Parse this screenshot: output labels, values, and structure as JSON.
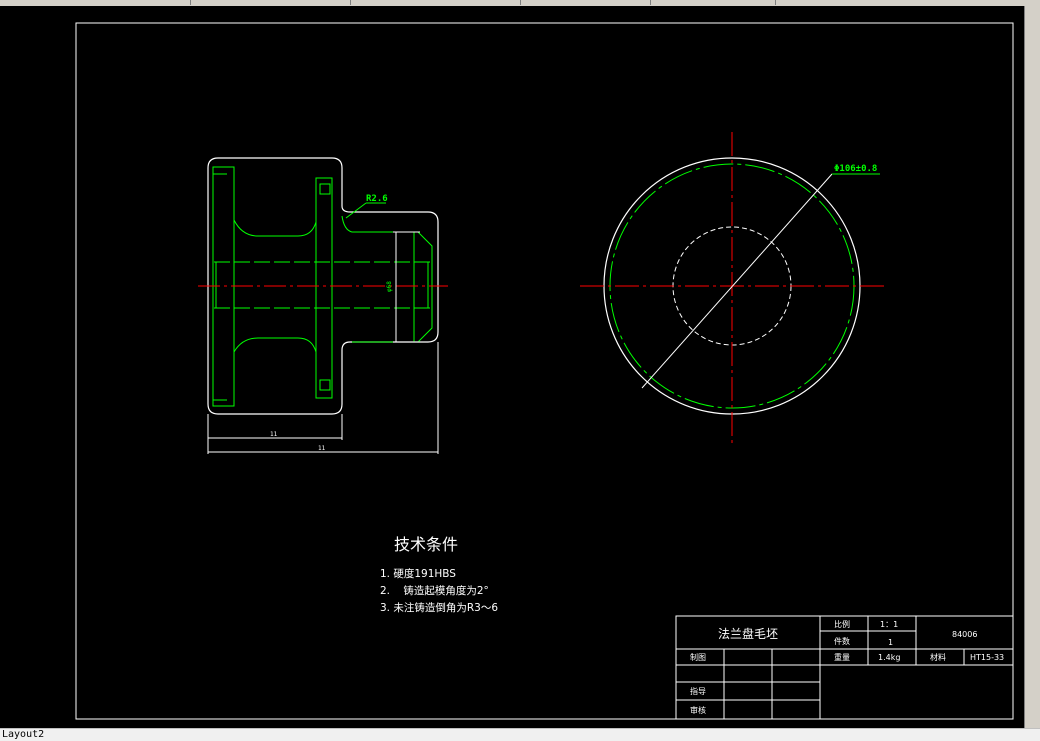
{
  "layout_tab": "Layout2",
  "colors": {
    "background": "#000000",
    "outline": "#ffffff",
    "green": "#00ff00",
    "center": "#ff0000",
    "dim": "#ffffff"
  },
  "drawing": {
    "radius_callout": "R2.6",
    "diameter_callout": "Φ106±0.8",
    "bore_callout": "φ68",
    "dim_width_small": "11",
    "dim_width_total": "11"
  },
  "tech": {
    "title": "技术条件",
    "items": [
      "1. 硬度191HBS",
      "2.    铸造起模角度为2°",
      "3. 未注铸造倒角为R3～6"
    ]
  },
  "title_block": {
    "part_name": "法兰盘毛坯",
    "scale_label": "比例",
    "scale_value": "1：1",
    "count_label": "件数",
    "count_value": "1",
    "drawing_no": "84006",
    "weight_label": "重量",
    "weight_value": "1.4kg",
    "material_label": "材料",
    "material_value": "HT15-33",
    "drawn_label": "制图",
    "guide_label": "指导",
    "review_label": "审核"
  }
}
